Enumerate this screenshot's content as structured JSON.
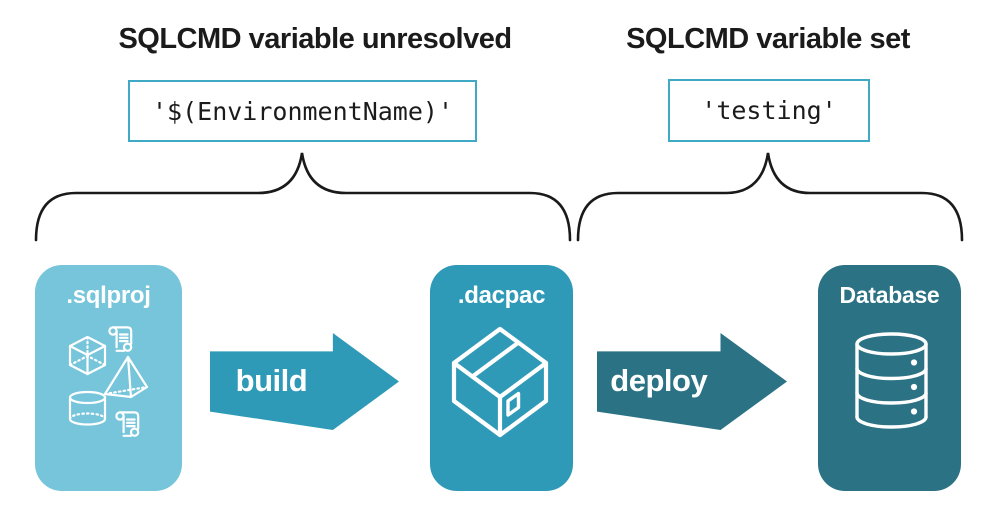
{
  "title_annotations": {
    "unresolved": {
      "heading": "SQLCMD variable unresolved",
      "code": "'$(EnvironmentName)'"
    },
    "set": {
      "heading": "SQLCMD variable set",
      "code": "'testing'"
    }
  },
  "pipeline": {
    "stages": [
      {
        "label": ".sqlproj",
        "icon": "sql-objects-icon"
      },
      {
        "label": ".dacpac",
        "icon": "package-icon"
      },
      {
        "label": "Database",
        "icon": "database-icon"
      }
    ],
    "arrows": [
      {
        "label": "build"
      },
      {
        "label": "deploy"
      }
    ]
  },
  "colors": {
    "light_teal": "#76C5DB",
    "mid_teal": "#2F9AB7",
    "dark_teal": "#2B7284",
    "code_box_border": "#3FA9C6",
    "text_dark": "#1B1B1B",
    "icon_white": "#FFFFFF"
  }
}
